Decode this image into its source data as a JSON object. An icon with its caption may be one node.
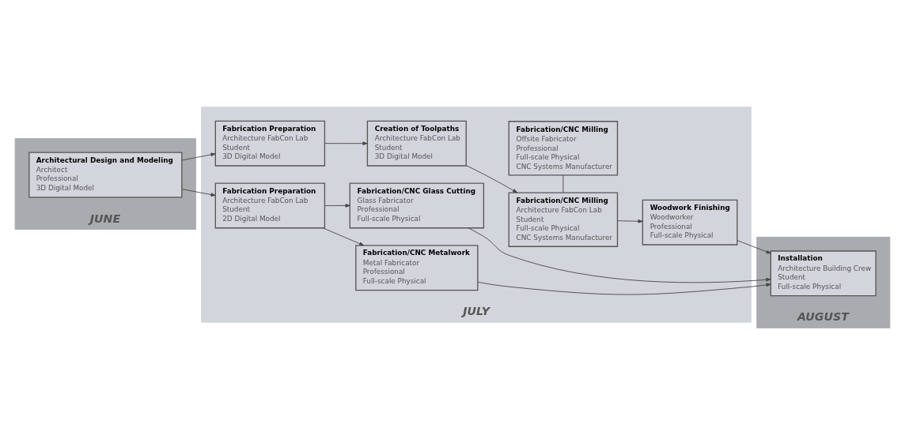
{
  "diagram": {
    "nodes": [
      {
        "text": [
          "JUNE"
        ]
      },
      {
        "text": [
          "Architectural Design and Modeling",
          "Architect",
          "Professional",
          "3D Digital Model"
        ],
        "in": 0
      },
      {
        "text": [
          "JULY"
        ]
      },
      {
        "text": [
          "Fabrication Preparation",
          "Architecture FabCon Lab",
          "Student",
          "3D Digital Model"
        ],
        "in": 2
      },
      {
        "text": [
          "Creation of Toolpaths",
          "Architecture FabCon Lab",
          "Student",
          "3D Digital Model"
        ],
        "in": 2
      },
      {
        "text": [
          "Fabrication/CNC Milling",
          "Architecture FabCon Lab",
          "Student",
          "Full-scale Physical",
          "CNC Systems Manufacturer"
        ],
        "in": 2
      },
      {
        "text": [
          "Woodwork Finishing",
          "Woodworker",
          "Professional",
          "Full-scale Physical"
        ],
        "in": 2
      },
      {
        "text": [
          "Fabrication/CNC Milling",
          "Offsite Fabricator",
          "Professional",
          "Full-scale Physical",
          "CNC Systems Manufacturer"
        ],
        "in": 2
      },
      {
        "text": [
          "Fabrication Preparation",
          "Architecture FabCon Lab",
          "Student",
          "2D Digital Model"
        ],
        "in": 2
      },
      {
        "text": [
          "Fabrication/CNC Glass Cutting",
          "Glass Fabricator",
          "Professional",
          "Full-scale Physical"
        ],
        "in": 2
      },
      {
        "text": [
          "Fabrication/CNC Metalwork",
          "Metal Fabricator",
          "Professional",
          "Full-scale Physical"
        ],
        "in": 2
      },
      {
        "text": [
          "AUGUST"
        ]
      },
      {
        "text": [
          "Installation",
          "Architecture Building Crew",
          "Student",
          "Full-scale Physical"
        ],
        "in": 11
      }
    ],
    "edges": [
      {
        "from": 1,
        "to": 3,
        "arrow": "to"
      },
      {
        "from": 3,
        "to": 4,
        "arrow": "to"
      },
      {
        "from": 4,
        "to": 5,
        "arrow": "to"
      },
      {
        "from": 5,
        "to": 6,
        "arrow": "to"
      },
      {
        "from": 5,
        "to": 7,
        "arrow": "none"
      },
      {
        "from": 6,
        "to": 12,
        "arrow": "to"
      },
      {
        "from": 1,
        "to": 8,
        "arrow": "to"
      },
      {
        "from": 8,
        "to": 9,
        "arrow": "to"
      },
      {
        "from": 8,
        "to": 10,
        "arrow": "to"
      },
      {
        "from": 9,
        "to": 12,
        "arrow": "to"
      },
      {
        "from": 10,
        "to": 12,
        "arrow": "to"
      }
    ]
  }
}
